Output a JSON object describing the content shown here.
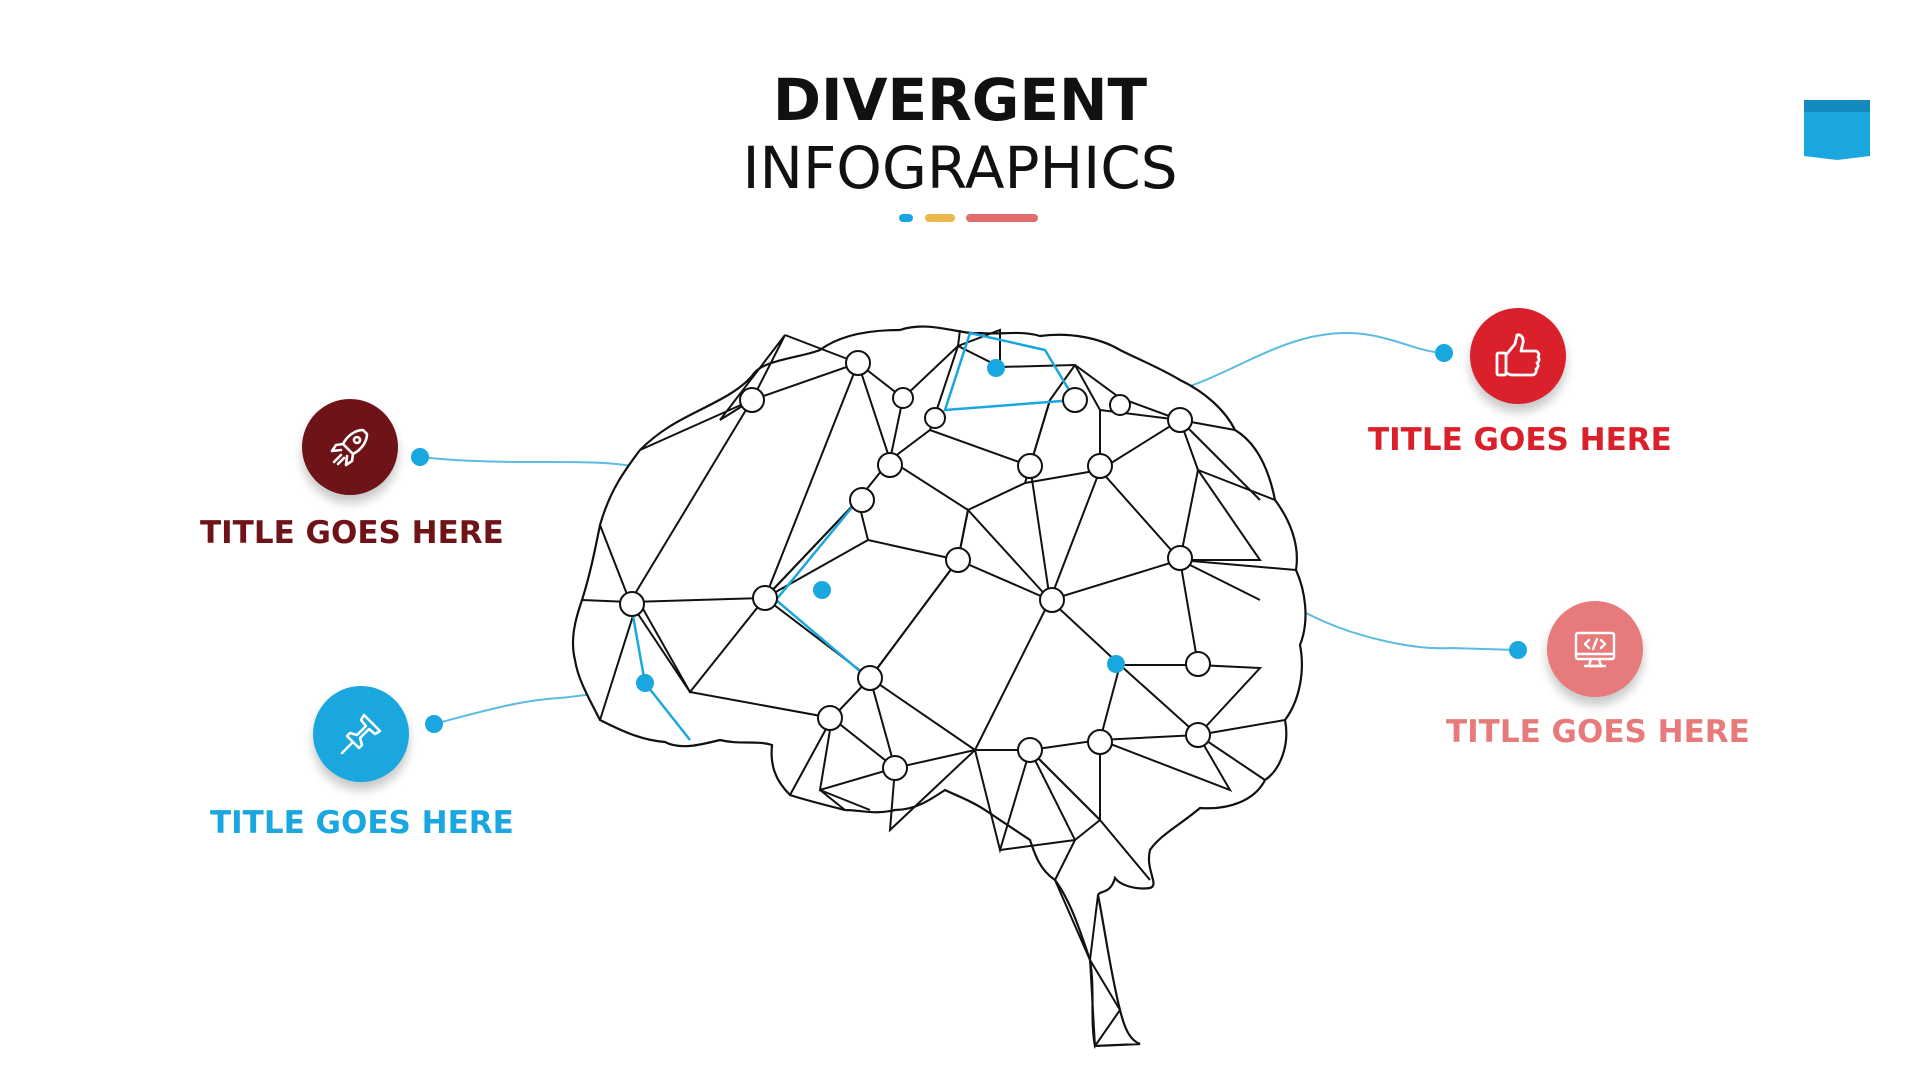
{
  "header": {
    "title_bold": "DIVERGENT",
    "title_light": "INFOGRAPHICS"
  },
  "colors": {
    "blue": "#1aa7e0",
    "yellow": "#e9b84a",
    "coral": "#e26b6b",
    "maroon": "#6e1317",
    "red": "#d9202b",
    "salmon": "#e77a7a",
    "line": "#5bbbe3"
  },
  "items": [
    {
      "id": "top-left",
      "icon": "rocket-icon",
      "label": "TITLE GOES HERE",
      "color": "#6e1317"
    },
    {
      "id": "bottom-left",
      "icon": "pushpin-icon",
      "label": "TITLE GOES HERE",
      "color": "#1aa7e0"
    },
    {
      "id": "top-right",
      "icon": "thumbs-up-icon",
      "label": "TITLE GOES HERE",
      "color": "#d9202b"
    },
    {
      "id": "bottom-right",
      "icon": "code-monitor-icon",
      "label": "TITLE GOES HERE",
      "color": "#e77a7a"
    }
  ]
}
